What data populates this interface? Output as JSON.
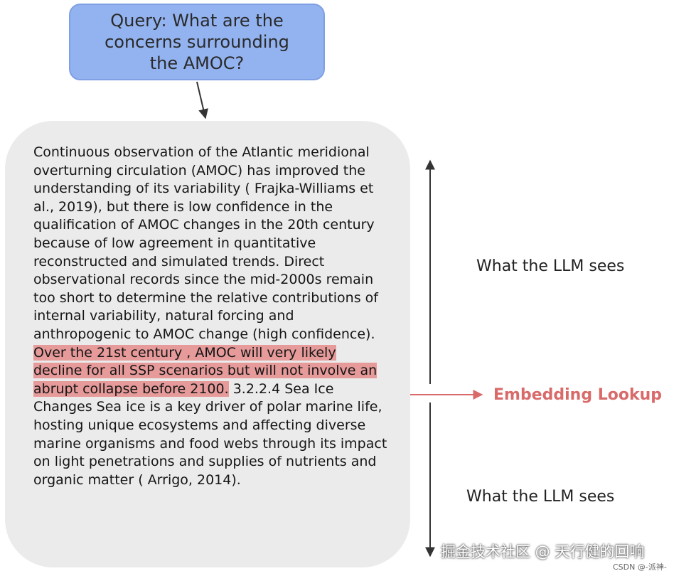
{
  "query": {
    "text": "Query: What are the concerns surrounding the AMOC?"
  },
  "document": {
    "text_before": "Continuous observation of the Atlantic meridional overturning circulation (AMOC) has improved the understanding of its variability ( Frajka-Williams et al., 2019), but there is low confidence in the qualification of AMOC changes in the 20th century because of low agreement in quantitative reconstructed and simulated trends. Direct observational records since the mid-2000s remain too short to determine the relative contributions of internal variability, natural forcing and anthropogenic to AMOC change (high confidence).",
    "highlighted": "Over the 21st century , AMOC will very likely decline for all SSP scenarios but will not involve an abrupt collapse before 2100.",
    "text_after": "3.2.2.4 Sea Ice Changes Sea ice is a key driver of polar marine life, hosting unique ecosystems and affecting diverse marine organisms and food webs through its impact on light penetrations and supplies of nutrients and organic matter ( Arrigo, 2014)."
  },
  "labels": {
    "llm_sees_top": "What the LLM sees",
    "embedding_lookup": "Embedding Lookup",
    "llm_sees_bottom": "What the LLM sees"
  },
  "watermark": {
    "text": "掘金技术社区 @ 天行健的回响",
    "credit": "CSDN @-派神-"
  },
  "colors": {
    "query_fill": "#93b3f0",
    "doc_fill": "#ebebeb",
    "highlight": "#e69a9a",
    "embedding_accent": "#d96a6a"
  }
}
